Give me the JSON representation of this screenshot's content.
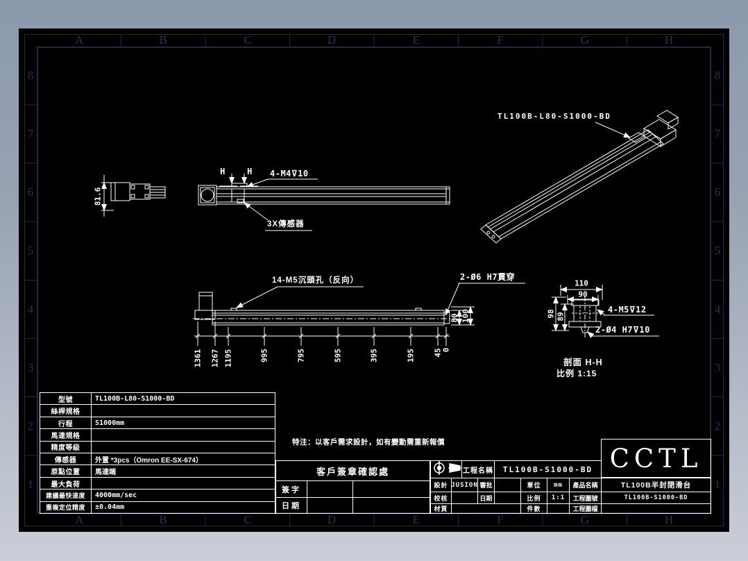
{
  "colors": {
    "background_top": "#8c99ad",
    "background_bottom": "#c9ced7",
    "sheet": "#000000",
    "frame": "#222946",
    "line": "#ffffff"
  },
  "icons": {
    "projection_circle": "third-angle-projection-circle-icon",
    "projection_cone": "third-angle-projection-cone-icon"
  },
  "frame": {
    "columns": [
      "A",
      "B",
      "C",
      "D",
      "E",
      "F",
      "G",
      "H"
    ],
    "rows": [
      "8",
      "7",
      "6",
      "5",
      "4",
      "3",
      "2",
      "1"
    ]
  },
  "iso_view": {
    "label": "TL100B-L80-S1000-BD"
  },
  "end_view": {
    "height_dim": "81.6"
  },
  "plan_view": {
    "section_letter_left": "H",
    "section_letter_right": "H",
    "hole_callout": "4-M4⊽10",
    "sensor_callout": "3X傳感器"
  },
  "front_view": {
    "hole_callout": "14-M5沉頭孔（反向）",
    "through_hole_callout": "2-Ø6 H7貫穿",
    "height_dims": [
      "80",
      "100"
    ],
    "length_dims": [
      "1361",
      "1267",
      "1195",
      "995",
      "795",
      "595",
      "395",
      "195",
      "45",
      "0"
    ]
  },
  "section_view": {
    "width_dims": [
      "110",
      "90"
    ],
    "height_dims": [
      "98",
      "89"
    ],
    "thread_callout": "4-M5⊽12",
    "dowel_callout": "2-Ø4 H7⊽10",
    "title": "剖面 H-H",
    "scale": "比例 1:15"
  },
  "note": "特注：以客戶需求設計，如有變動需重新報價",
  "spec_table": {
    "rows": [
      {
        "label": "型號",
        "value": "TL100B-L80-S1000-BD"
      },
      {
        "label": "絲桿規格",
        "value": ""
      },
      {
        "label": "行程",
        "value": "S1000mm"
      },
      {
        "label": "馬達規格",
        "value": ""
      },
      {
        "label": "精度等級",
        "value": ""
      },
      {
        "label": "傳感器",
        "value": "外置 *3pcs（Omron EE-SX-674）"
      },
      {
        "label": "原點位置",
        "value": "馬達端"
      },
      {
        "label": "最大負荷",
        "value": ""
      },
      {
        "label": "建議最快速度",
        "value": "4000mm/sec"
      },
      {
        "label": "重複定位精度",
        "value": "±0.04mm"
      }
    ]
  },
  "sign_block": {
    "title": "客戶簽章確認處",
    "row1_label": "簽字",
    "row2_label": "日期"
  },
  "title_block": {
    "project_label": "工程名稱",
    "project_value": "TL100B-S1000-BD",
    "design_label": "設計",
    "design_value": "JUSION",
    "approve_label": "審批",
    "approve_value": "",
    "unit_label": "單位",
    "unit_value": "mm",
    "product_label": "產品名稱",
    "product_value": "TL100B半封閉滑台",
    "check_label": "校核",
    "check_value": "",
    "date_label": "日期",
    "date_value": "",
    "scale_label": "比例",
    "scale_value": "1:1",
    "drawing_no_label": "工程圖號",
    "drawing_no_value": "TL100B-S1000-BD",
    "material_label": "材質",
    "material_value": "",
    "qty_label": "件數",
    "qty_value": "",
    "file_label": "工程圖檔",
    "file_value": "",
    "logo": "CCTL"
  }
}
